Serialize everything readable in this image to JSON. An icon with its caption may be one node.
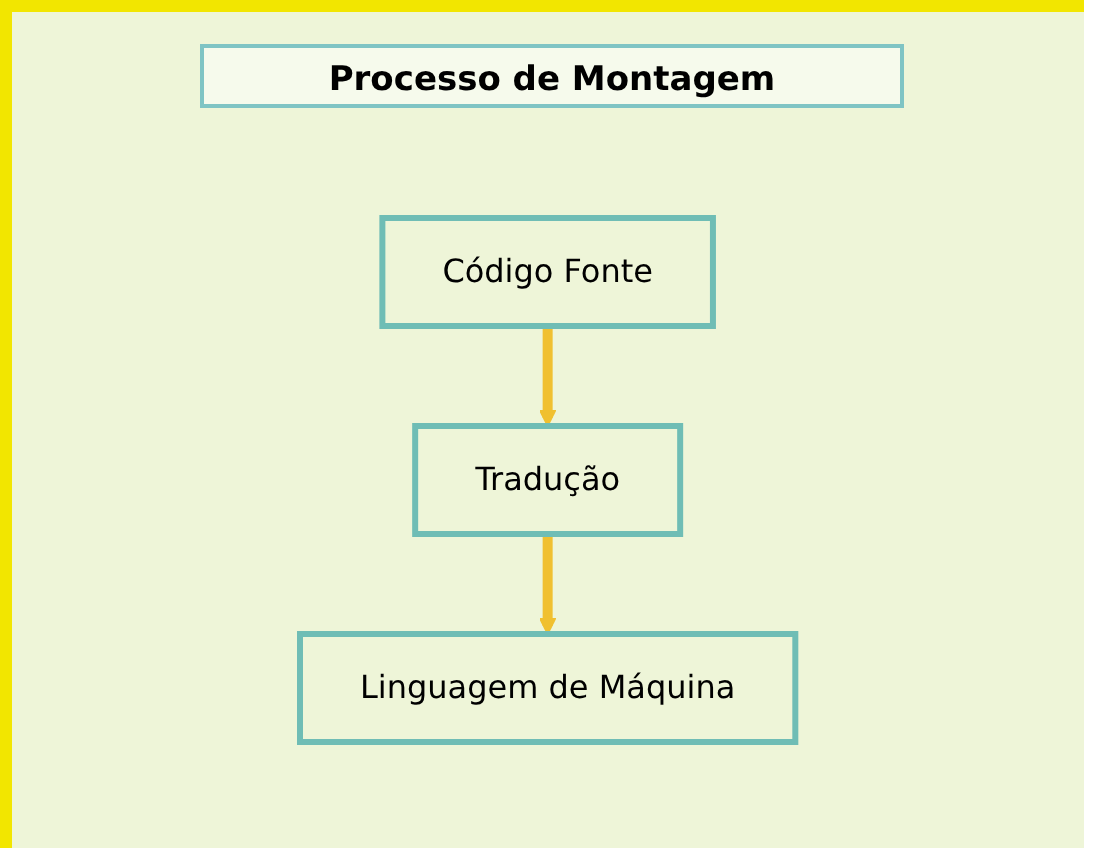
{
  "diagram": {
    "title": "Processo de Montagem",
    "nodes": [
      {
        "text": [
          "Código Fonte"
        ]
      },
      {
        "text": [
          "Tradução"
        ]
      },
      {
        "text": [
          "Linguagem de Máquina"
        ]
      }
    ],
    "edges": [
      {
        "from": 0,
        "to": 1,
        "arrow": "to"
      },
      {
        "from": 1,
        "to": 2,
        "arrow": "to"
      }
    ]
  }
}
